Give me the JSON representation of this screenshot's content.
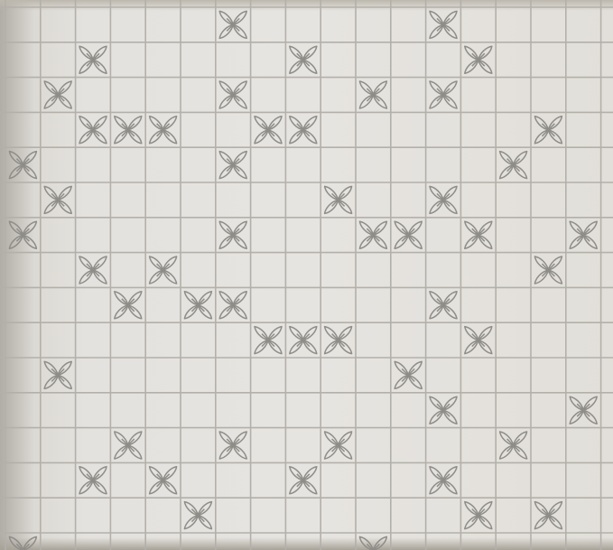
{
  "grid": {
    "columns": 17,
    "rows": 15,
    "paper_color": "#e6e4e0",
    "line_color": "#b3b0aa",
    "motif_color": "#8f8d88"
  },
  "motif": {
    "icon": "four-petal-flower-icon",
    "cells": [
      [
        6,
        0
      ],
      [
        12,
        0
      ],
      [
        2,
        1
      ],
      [
        8,
        1
      ],
      [
        13,
        1
      ],
      [
        1,
        2
      ],
      [
        6,
        2
      ],
      [
        10,
        2
      ],
      [
        12,
        2
      ],
      [
        2,
        3
      ],
      [
        3,
        3
      ],
      [
        4,
        3
      ],
      [
        7,
        3
      ],
      [
        8,
        3
      ],
      [
        15,
        3
      ],
      [
        0,
        4
      ],
      [
        6,
        4
      ],
      [
        14,
        4
      ],
      [
        1,
        5
      ],
      [
        9,
        5
      ],
      [
        12,
        5
      ],
      [
        0,
        6
      ],
      [
        6,
        6
      ],
      [
        10,
        6
      ],
      [
        11,
        6
      ],
      [
        13,
        6
      ],
      [
        16,
        6
      ],
      [
        2,
        7
      ],
      [
        4,
        7
      ],
      [
        15,
        7
      ],
      [
        3,
        8
      ],
      [
        5,
        8
      ],
      [
        6,
        8
      ],
      [
        12,
        8
      ],
      [
        7,
        9
      ],
      [
        8,
        9
      ],
      [
        9,
        9
      ],
      [
        13,
        9
      ],
      [
        1,
        10
      ],
      [
        11,
        10
      ],
      [
        12,
        11
      ],
      [
        16,
        11
      ],
      [
        3,
        12
      ],
      [
        6,
        12
      ],
      [
        9,
        12
      ],
      [
        14,
        12
      ],
      [
        2,
        13
      ],
      [
        4,
        13
      ],
      [
        8,
        13
      ],
      [
        12,
        13
      ],
      [
        5,
        14
      ],
      [
        13,
        14
      ],
      [
        15,
        14
      ],
      [
        0,
        15
      ],
      [
        10,
        15
      ]
    ]
  }
}
